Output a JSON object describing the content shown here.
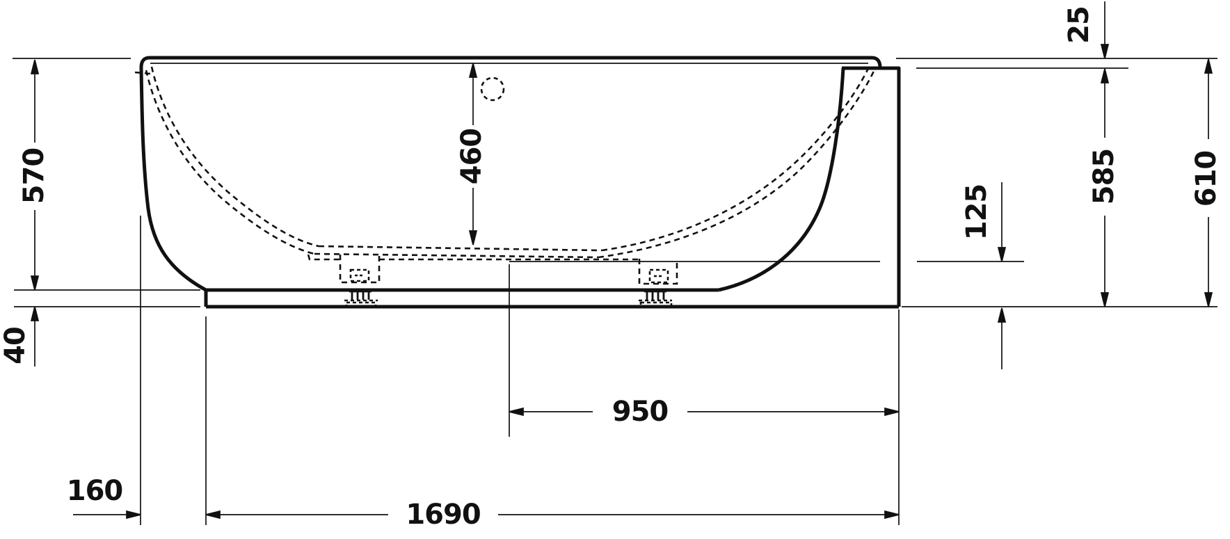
{
  "drawing": {
    "kind": "bathtub-side-elevation-technical-drawing",
    "line_color": "#111111",
    "background": "#ffffff",
    "dims": {
      "height_total_left": "570",
      "plinth_height": "40",
      "base_offset": "160",
      "inner_depth": "460",
      "rim_thickness": "25",
      "base_edge_height": "125",
      "height_below_rim": "585",
      "height_total_right": "610",
      "base_length": "950",
      "length_overall": "1690"
    }
  }
}
